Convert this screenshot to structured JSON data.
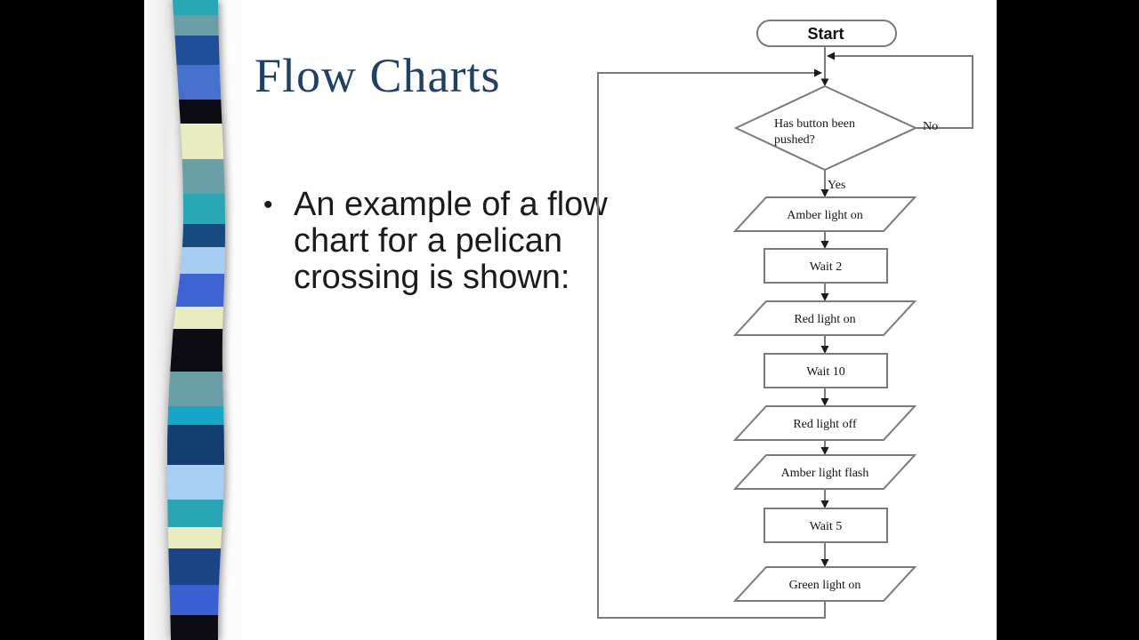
{
  "slide": {
    "title": "Flow Charts",
    "bullet_marker": "•",
    "bullet_lines": [
      "An example of a flow",
      "chart for a pelican",
      "crossing is shown:"
    ]
  },
  "flowchart": {
    "start": "Start",
    "decision_line1": "Has button been",
    "decision_line2": "pushed?",
    "branch_no": "No",
    "branch_yes": "Yes",
    "steps": {
      "amber_on": "Amber light on",
      "wait2": "Wait 2",
      "red_on": "Red light on",
      "wait10": "Wait 10",
      "red_off": "Red light off",
      "amber_flash": "Amber light flash",
      "wait5": "Wait 5",
      "green_on": "Green light on"
    }
  },
  "colors": {
    "title": "#20406a",
    "text": "#1b1b1b",
    "line": "#7a7a7a",
    "arrow": "#1c1c1c",
    "nodefill": "#ffffff",
    "nodetext": "#141414"
  },
  "ribbon": {
    "segments": [
      {
        "to": 17,
        "color": "#2aa7b5"
      },
      {
        "to": 40,
        "color": "#6b9da4"
      },
      {
        "to": 73,
        "color": "#1e4e97"
      },
      {
        "to": 112,
        "color": "#4570cd"
      },
      {
        "to": 139,
        "color": "#0c0c12"
      },
      {
        "to": 179,
        "color": "#e9ecc0"
      },
      {
        "to": 218,
        "color": "#699fa6"
      },
      {
        "to": 252,
        "color": "#2aa7b5"
      },
      {
        "to": 278,
        "color": "#174a7e"
      },
      {
        "to": 308,
        "color": "#a7cdf2"
      },
      {
        "to": 345,
        "color": "#3d64d2"
      },
      {
        "to": 370,
        "color": "#e9ecc0"
      },
      {
        "to": 418,
        "color": "#0c0c12"
      },
      {
        "to": 457,
        "color": "#699fa6"
      },
      {
        "to": 478,
        "color": "#16a6c6"
      },
      {
        "to": 523,
        "color": "#123f70"
      },
      {
        "to": 562,
        "color": "#a9cef4"
      },
      {
        "to": 593,
        "color": "#28a4b4"
      },
      {
        "to": 617,
        "color": "#e9ecc0"
      },
      {
        "to": 658,
        "color": "#1a4687"
      },
      {
        "to": 692,
        "color": "#3a5fd0"
      },
      {
        "to": 720,
        "color": "#0c0c12"
      }
    ]
  }
}
